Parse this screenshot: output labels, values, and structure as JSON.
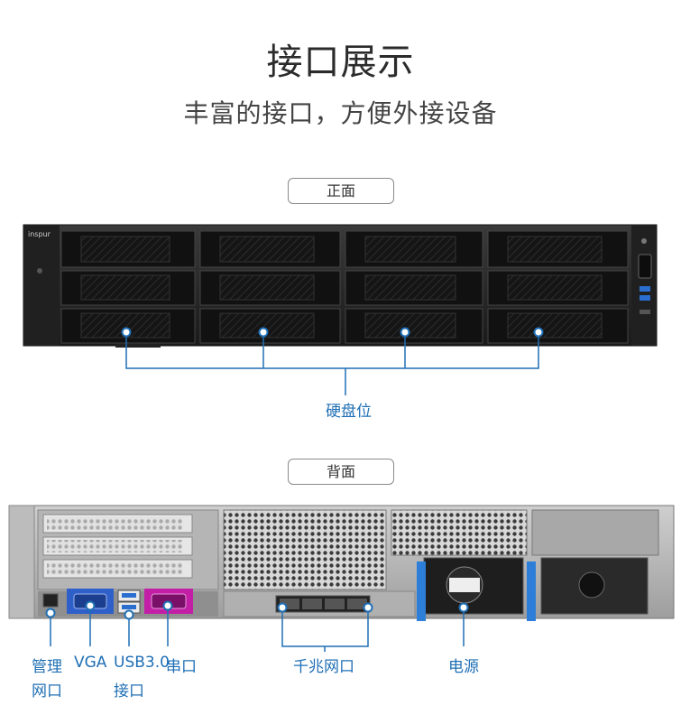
{
  "header": {
    "title": "接口展示",
    "subtitle": "丰富的接口，方便外接设备"
  },
  "front": {
    "view_label": "正面",
    "brand": "inspur",
    "callouts": {
      "drive_bays": "硬盘位"
    }
  },
  "back": {
    "view_label": "背面",
    "callouts": {
      "management_port": [
        "管理",
        "网口"
      ],
      "vga": "VGA",
      "usb": [
        "USB3.0",
        "接口"
      ],
      "serial": "串口",
      "gigabit_ports": "千兆网口",
      "power": "电源"
    }
  },
  "colors": {
    "accent": "#1f6fb5",
    "vga_highlight": "#2f5fc8",
    "serial_highlight": "#c21fa6",
    "psu_handle": "#2d7ed8"
  }
}
